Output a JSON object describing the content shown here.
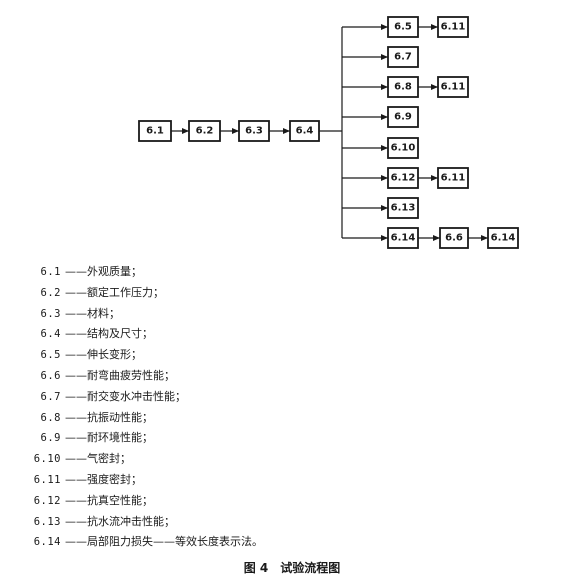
{
  "nodes": {
    "n61": "6.1",
    "n62": "6.2",
    "n63": "6.3",
    "n64": "6.4",
    "n65": "6.5",
    "n65r": "6.11",
    "n67": "6.7",
    "n68": "6.8",
    "n68r": "6.11",
    "n69": "6.9",
    "n610": "6.10",
    "n612": "6.12",
    "n612r": "6.11",
    "n613": "6.13",
    "n614": "6.14",
    "n614a": "6.6",
    "n614b": "6.14"
  },
  "legend": [
    {
      "code": "6.1",
      "desc": "——外观质量；"
    },
    {
      "code": "6.2",
      "desc": "——额定工作压力；"
    },
    {
      "code": "6.3",
      "desc": "——材料；"
    },
    {
      "code": "6.4",
      "desc": "——结构及尺寸；"
    },
    {
      "code": "6.5",
      "desc": "——伸长变形；"
    },
    {
      "code": "6.6",
      "desc": "——耐弯曲疲劳性能；"
    },
    {
      "code": "6.7",
      "desc": "——耐交变水冲击性能；"
    },
    {
      "code": "6.8",
      "desc": "——抗振动性能；"
    },
    {
      "code": "6.9",
      "desc": "——耐环境性能；"
    },
    {
      "code": "6.10",
      "desc": "——气密封；"
    },
    {
      "code": "6.11",
      "desc": "——强度密封；"
    },
    {
      "code": "6.12",
      "desc": "——抗真空性能；"
    },
    {
      "code": "6.13",
      "desc": "——抗水流冲击性能；"
    },
    {
      "code": "6.14",
      "desc": "——局部阻力损失——等效长度表示法。"
    }
  ],
  "caption": {
    "figure_no": "图 4",
    "title": "试验流程图"
  }
}
